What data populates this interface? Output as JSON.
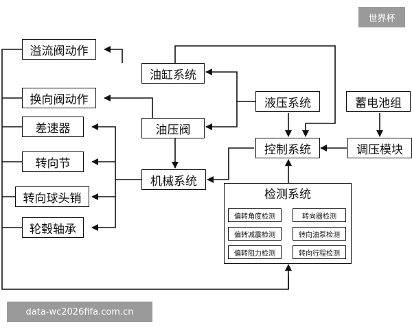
{
  "watermarks": {
    "top_right": "世界杯",
    "bottom_left": "data-wc2026fifa.com.cn"
  },
  "left_boxes": {
    "overflow_valve": "溢流阀动作",
    "reversing_valve": "换向阀动作",
    "differential": "差速器",
    "steering_knuckle": "转向节",
    "ball_joint_pin": "转向球头销",
    "hub_bearing": "轮毂轴承"
  },
  "center_boxes": {
    "oil_cylinder": "油缸系统",
    "oil_valve": "油压阀",
    "mechanical": "机械系统"
  },
  "right_boxes": {
    "hydraulic": "液压系统",
    "battery": "蓄电池组",
    "control": "控制系统",
    "regulator": "调压模块"
  },
  "detection": {
    "title": "检测系统",
    "items": [
      "偏转角度检测",
      "转向器检测",
      "偏转减震检测",
      "转向油泵检测",
      "偏转阻力检测",
      "转向行程检测"
    ]
  },
  "colors": {
    "line": "#111111",
    "watermark_bg": "#9a9a9a"
  }
}
